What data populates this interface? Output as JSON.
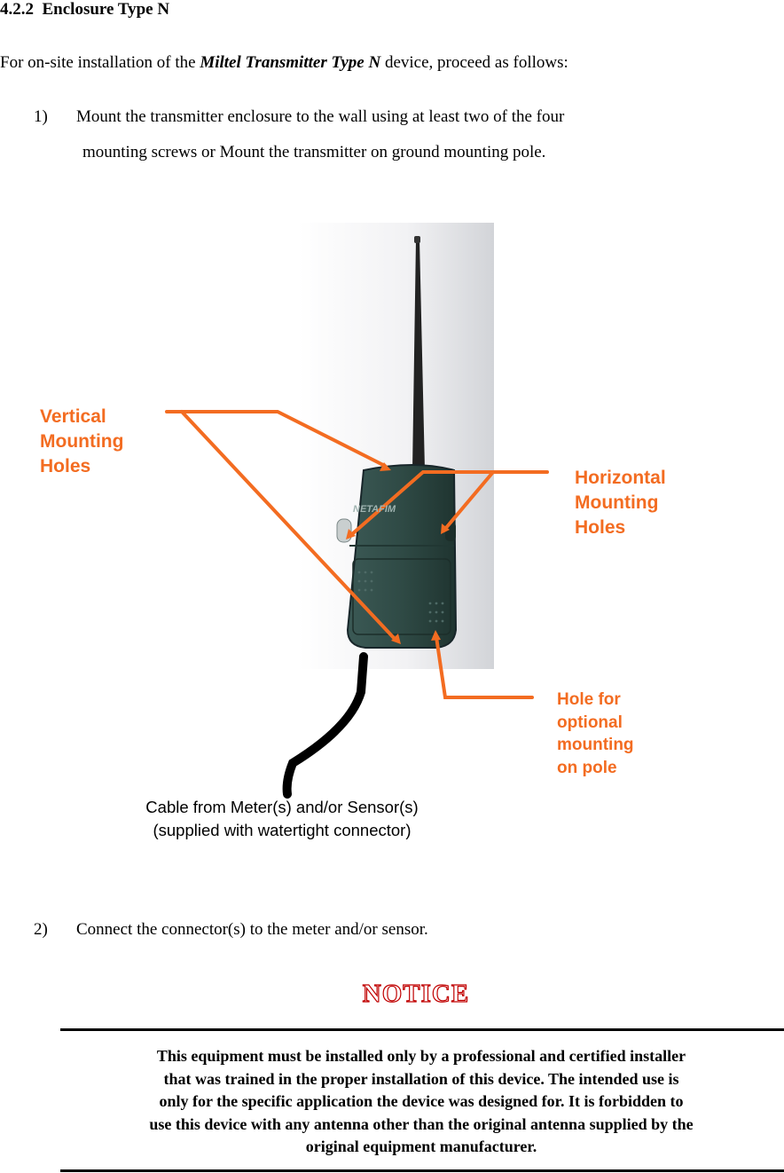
{
  "section": {
    "number": "4.2.2",
    "title": "Enclosure Type N"
  },
  "intro": {
    "before": "For on-site installation of the ",
    "emphasis": "Miltel Transmitter Type N",
    "after": " device, proceed as follows:"
  },
  "steps": [
    {
      "num": "1)",
      "lines": [
        "Mount the transmitter enclosure to the wall using at least two of the four",
        "mounting screws or Mount the transmitter on ground mounting pole."
      ]
    },
    {
      "num": "2)",
      "lines": [
        "Connect the connector(s) to the meter and/or sensor."
      ]
    }
  ],
  "figure": {
    "callouts": {
      "vertical": [
        "Vertical",
        "Mounting",
        "Holes"
      ],
      "horizontal": [
        "Horizontal",
        "Mounting",
        "Holes"
      ],
      "pole": [
        "Hole for",
        "optional",
        "mounting",
        "on pole"
      ]
    },
    "caption": [
      "Cable from Meter(s) and/or Sensor(s)",
      "(supplied with watertight connector)"
    ],
    "logo_text": "NETAFIM",
    "colors": {
      "callout": "#f36c21",
      "enclosure": "#2f4a45",
      "cable": "#000000"
    }
  },
  "notice": {
    "title": "NOTICE",
    "lines": [
      "This equipment must be installed only by a professional and certified installer",
      "that was trained in the proper installation of this device. The intended use is",
      "only for the specific application the device was designed for. It is forbidden to",
      "use this device with any antenna other than the original antenna supplied by the",
      "original equipment manufacturer."
    ],
    "colors": {
      "title_outline": "#c00000"
    }
  }
}
